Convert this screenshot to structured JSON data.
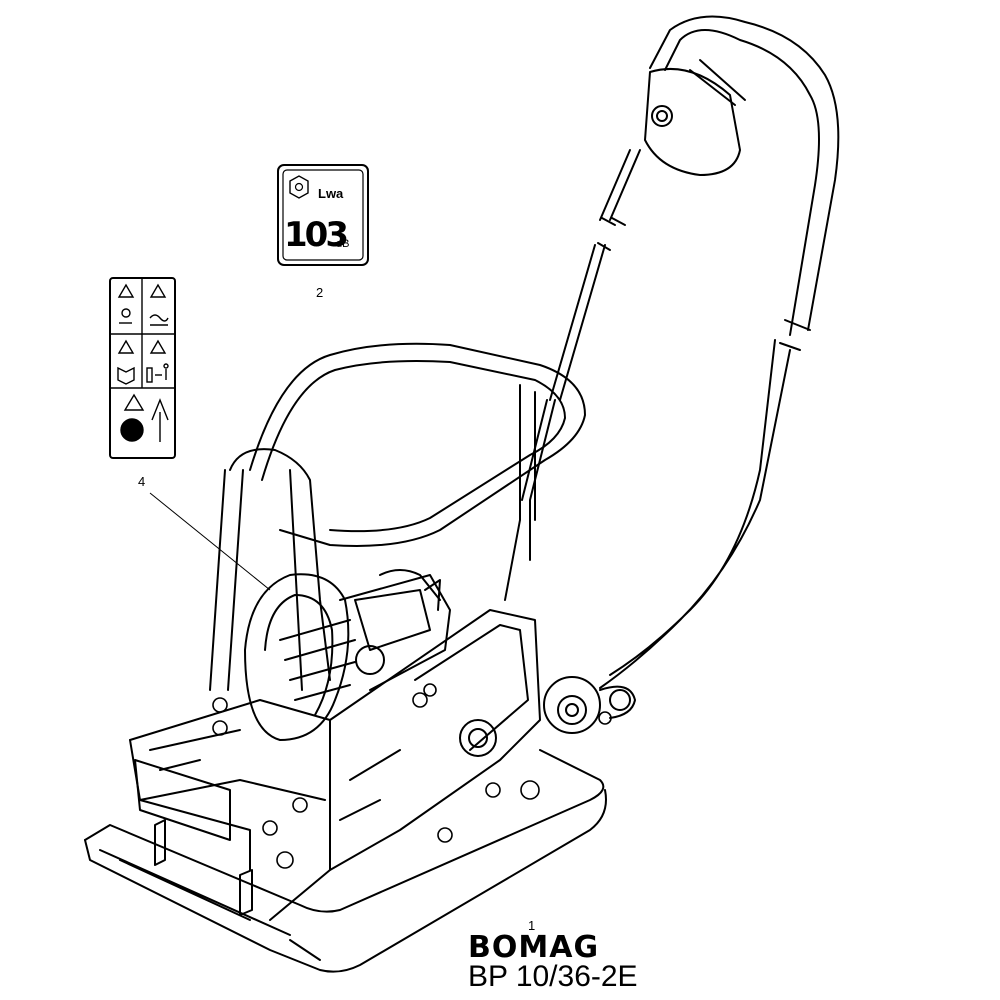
{
  "callouts": {
    "item_1": "1",
    "item_2": "2",
    "item_4": "4"
  },
  "noise_decal": {
    "symbol": "Lwa",
    "value": "103",
    "unit": "dB"
  },
  "brand_label": "BOMAG",
  "model_label": "BP 10/36-2E",
  "colors": {
    "ink": "#000000",
    "background": "#ffffff"
  },
  "icons": [
    "warning-triangle-icon",
    "hearing-protection-icon",
    "hot-surface-icon",
    "read-manual-icon",
    "keep-distance-icon",
    "electric-hazard-icon",
    "arrow-up-icon"
  ]
}
